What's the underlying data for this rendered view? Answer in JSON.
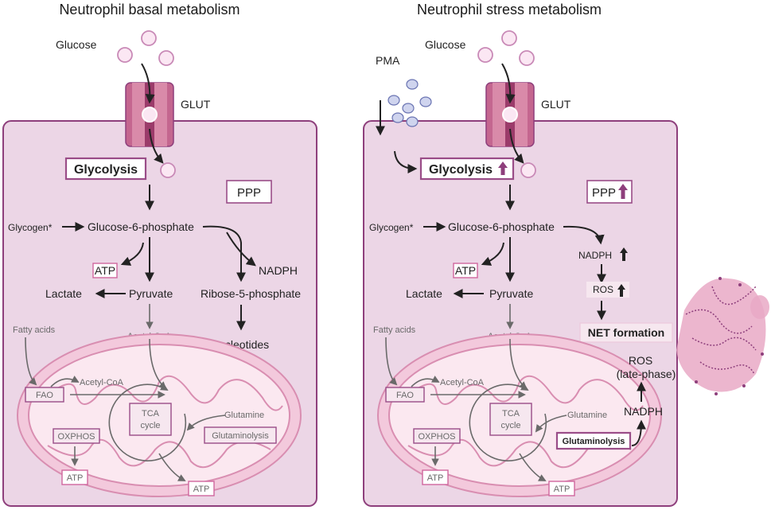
{
  "panels": [
    {
      "title": "Neutrophil basal metabolism",
      "glucose": "Glucose",
      "transporter": "GLUT",
      "glycolysis": "Glycolysis",
      "ppp": "PPP",
      "glycogen": "Glycogen*",
      "g6p": "Glucose-6-phosphate",
      "atp": "ATP",
      "nadph": "NADPH",
      "lactate": "Lactate",
      "pyruvate": "Pyruvate",
      "r5p": "Ribose-5-phosphate",
      "nucleotides": "Nucleotides",
      "fatty_acids": "Fatty acids",
      "acetyl_coa": "Acetyl-CoA",
      "fao": "FAO",
      "mito_acetyl_coa": "Acetyl-CoA",
      "tca_line1": "TCA",
      "tca_line2": "cycle",
      "glutamine": "Glutamine",
      "glutaminolysis": "Glutaminolysis",
      "oxphos": "OXPHOS",
      "atp_oxphos": "ATP",
      "atp_mito": "ATP"
    },
    {
      "title": "Neutrophil stress metabolism",
      "glucose": "Glucose",
      "pma": "PMA",
      "transporter": "GLUT",
      "glycolysis": "Glycolysis",
      "ppp": "PPP",
      "glycogen": "Glycogen*",
      "g6p": "Glucose-6-phosphate",
      "atp": "ATP",
      "nadph": "NADPH",
      "ros": "ROS",
      "net": "NET formation",
      "lactate": "Lactate",
      "pyruvate": "Pyruvate",
      "fatty_acids": "Fatty acids",
      "acetyl_coa": "Acetyl-CoA",
      "fao": "FAO",
      "mito_acetyl_coa": "Acetyl-CoA",
      "tca_line1": "TCA",
      "tca_line2": "cycle",
      "glutamine": "Glutamine",
      "glutaminolysis": "Glutaminolysis",
      "nadph_late": "NADPH",
      "ros_late_line1": "ROS",
      "ros_late_line2": "(late-phase)",
      "oxphos": "OXPHOS",
      "atp_oxphos": "ATP",
      "atp_mito": "ATP"
    }
  ],
  "colors": {
    "cell_fill": "#ecd6e6",
    "cell_border": "#8e3f7c",
    "transporter": "#c4668f",
    "mitochondrion": "#f3c9dc",
    "net": "#e9a9c6"
  },
  "icons": [
    "glucose-molecule-icon",
    "glut-transporter-icon",
    "pma-molecule-icon",
    "mitochondrion-icon",
    "net-fibers-icon",
    "up-arrow-icon"
  ]
}
